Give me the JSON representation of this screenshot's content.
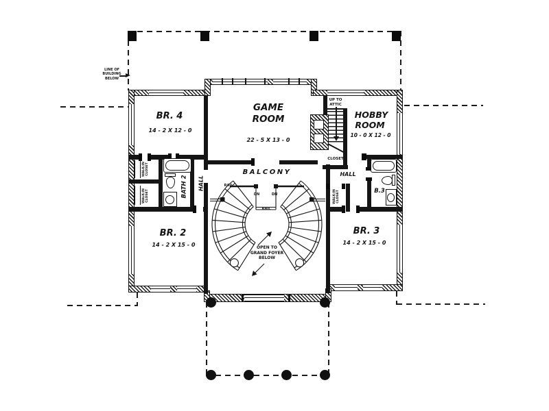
{
  "plan": {
    "colors": {
      "ink": "#141414",
      "paper": "#ffffff"
    },
    "note_line_of_building": [
      "LINE OF",
      "BUILDING",
      "BELOW"
    ],
    "rooms": {
      "br4": {
        "name": "BR. 4",
        "dims": "14 - 2 X 12 - 0"
      },
      "game": {
        "name_l1": "GAME",
        "name_l2": "ROOM",
        "dims": "22 - 5 X 13 - 0"
      },
      "hobby": {
        "name_l1": "HOBBY",
        "name_l2": "ROOM",
        "dims": "10 - 0 X 12 - 0"
      },
      "br2": {
        "name": "BR. 2",
        "dims": "14 - 2 X 15 - 0"
      },
      "br3": {
        "name": "BR. 3",
        "dims": "14 - 2 X 15 - 0"
      }
    },
    "labels": {
      "balcony": "BALCONY",
      "hall": "HALL",
      "closet": "CLOSET",
      "walk_in_l1": "WALK-IN",
      "walk_in_l2": "CLOSET",
      "bath2": "BATH 2",
      "bath3": "B.3",
      "up_to_attic_l1": "UP TO",
      "up_to_attic_l2": "ATTIC",
      "rail": "RAIL",
      "down": "DN",
      "open_l1": "OPEN TO",
      "open_l2": "GRAND FOYER",
      "open_l3": "BELOW"
    }
  }
}
